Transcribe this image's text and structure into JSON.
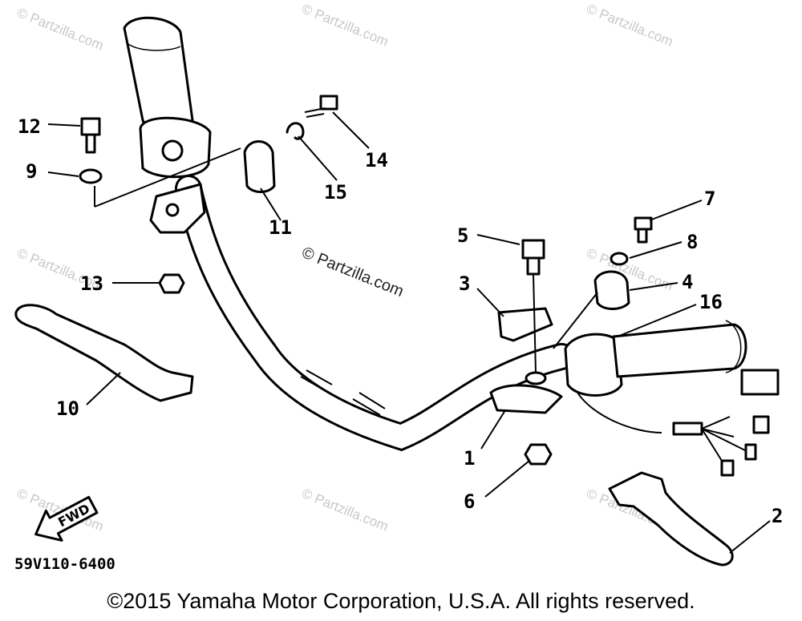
{
  "diagram": {
    "part_number": "59V110-6400",
    "fwd_label": "FWD",
    "watermark": "© Partzilla.com",
    "callouts": [
      "1",
      "2",
      "3",
      "4",
      "5",
      "6",
      "7",
      "8",
      "9",
      "10",
      "11",
      "12",
      "13",
      "14",
      "15",
      "16"
    ]
  },
  "footer": {
    "copyright": "©2015 Yamaha Motor Corporation, U.S.A. All rights reserved."
  }
}
